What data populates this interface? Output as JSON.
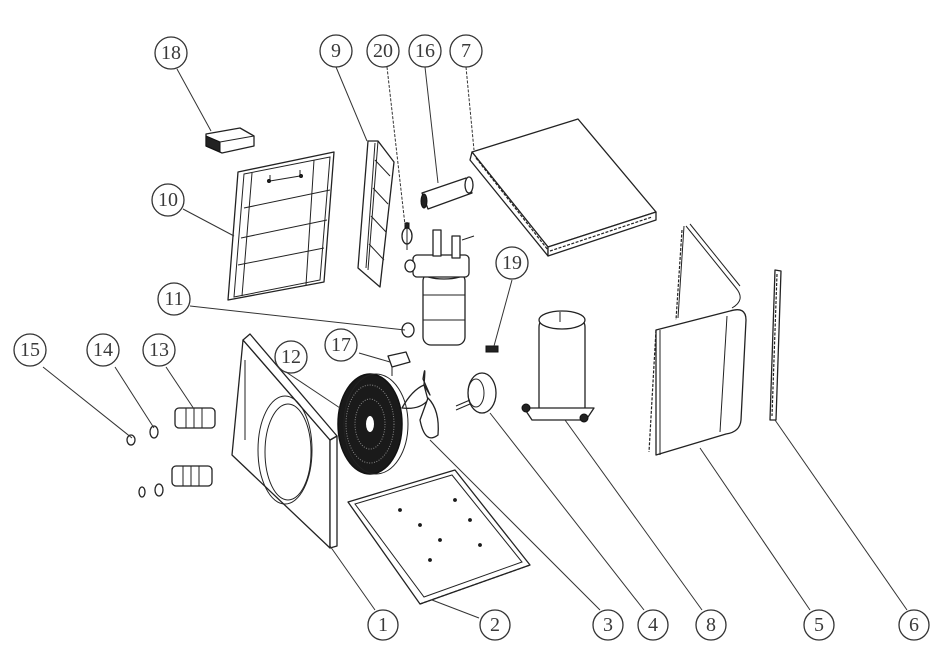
{
  "diagram": {
    "type": "exploded-parts-view",
    "callouts": [
      {
        "id": "c1",
        "label": "1"
      },
      {
        "id": "c2",
        "label": "2"
      },
      {
        "id": "c3",
        "label": "3"
      },
      {
        "id": "c4",
        "label": "4"
      },
      {
        "id": "c5",
        "label": "5"
      },
      {
        "id": "c6",
        "label": "6"
      },
      {
        "id": "c7",
        "label": "7"
      },
      {
        "id": "c8",
        "label": "8"
      },
      {
        "id": "c9",
        "label": "9"
      },
      {
        "id": "c10",
        "label": "10"
      },
      {
        "id": "c11",
        "label": "11"
      },
      {
        "id": "c12",
        "label": "12"
      },
      {
        "id": "c13",
        "label": "13"
      },
      {
        "id": "c14",
        "label": "14"
      },
      {
        "id": "c15",
        "label": "15"
      },
      {
        "id": "c16",
        "label": "16"
      },
      {
        "id": "c17",
        "label": "17"
      },
      {
        "id": "c18",
        "label": "18"
      },
      {
        "id": "c19",
        "label": "19"
      },
      {
        "id": "c20",
        "label": "20"
      }
    ],
    "colors": {
      "line": "#222222",
      "background": "#ffffff",
      "label_text": "#3a3a3a"
    }
  }
}
